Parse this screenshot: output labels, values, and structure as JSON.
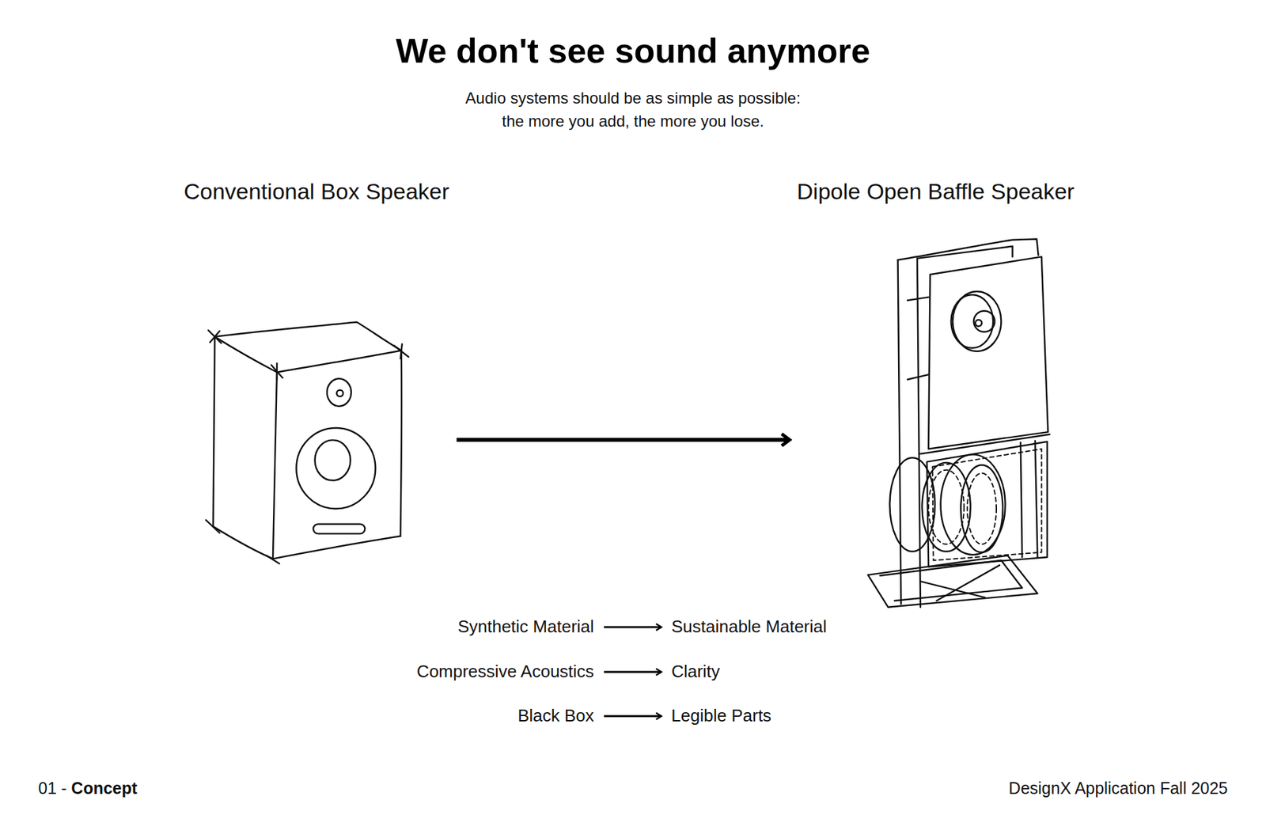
{
  "diagram": {
    "title": "We don't see sound anymore",
    "nodes": [
      {
        "text": [
          "Conventional Box Speaker"
        ]
      },
      {
        "text": [
          "Dipole Open Baffle Speaker"
        ]
      },
      {
        "text": [
          "Synthetic Material"
        ]
      },
      {
        "text": [
          "Sustainable Material"
        ]
      },
      {
        "text": [
          "Compressive Acoustics"
        ]
      },
      {
        "text": [
          "Clarity"
        ]
      },
      {
        "text": [
          "Black Box"
        ]
      },
      {
        "text": [
          "Legible Parts"
        ]
      }
    ],
    "edges": [
      {
        "from": 0,
        "to": 1,
        "arrow": "to"
      },
      {
        "from": 2,
        "to": 3,
        "arrow": "to"
      },
      {
        "from": 4,
        "to": 5,
        "arrow": "to"
      },
      {
        "from": 6,
        "to": 7,
        "arrow": "to"
      }
    ],
    "labels": [
      "Audio systems should be as simple as possible: the more you add, the more you lose.",
      "01 -",
      "Concept",
      "DesignX Application Fall 2025"
    ]
  }
}
